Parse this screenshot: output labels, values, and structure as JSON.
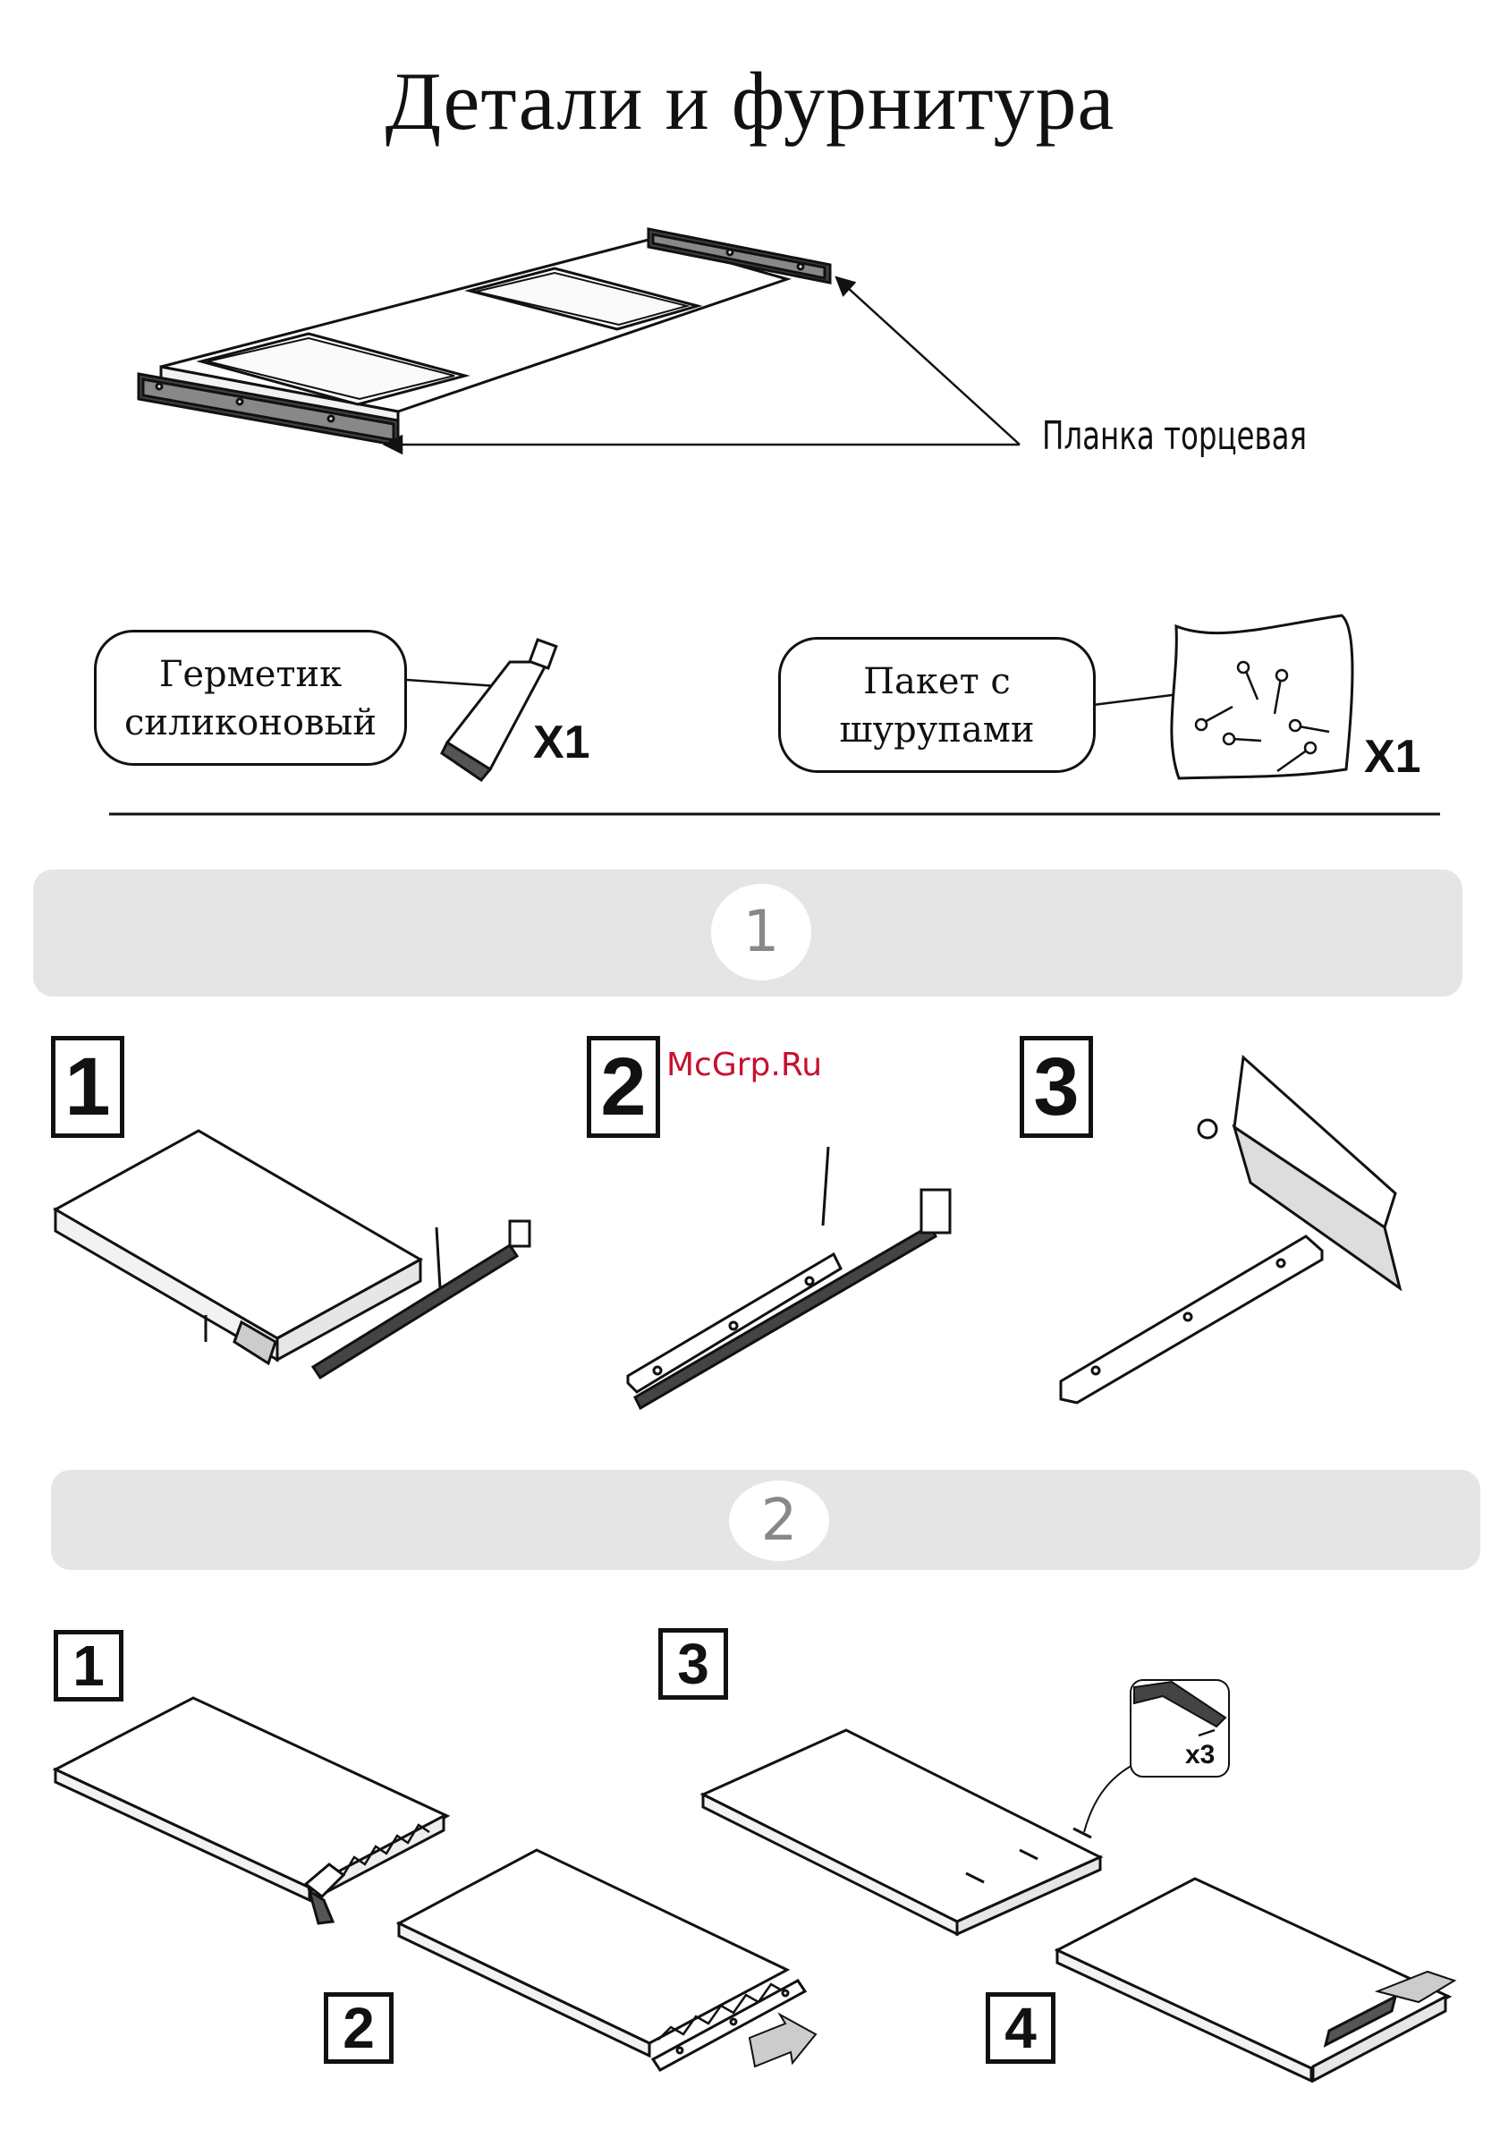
{
  "title": "Детали и фурнитура",
  "parts": {
    "end_strip_label": "Планка торцевая"
  },
  "hardware": {
    "sealant_line1": "Герметик",
    "sealant_line2": "силиконовый",
    "sealant_qty": "X1",
    "screws_line1": "Пакет с",
    "screws_line2": "шурупами",
    "screws_qty": "X1"
  },
  "section1": {
    "number": "1",
    "steps": [
      "1",
      "2",
      "3"
    ],
    "watermark": "McGrp.Ru"
  },
  "section2": {
    "number": "2",
    "steps": [
      "1",
      "2",
      "3",
      "4"
    ],
    "screw_count": "x3"
  }
}
